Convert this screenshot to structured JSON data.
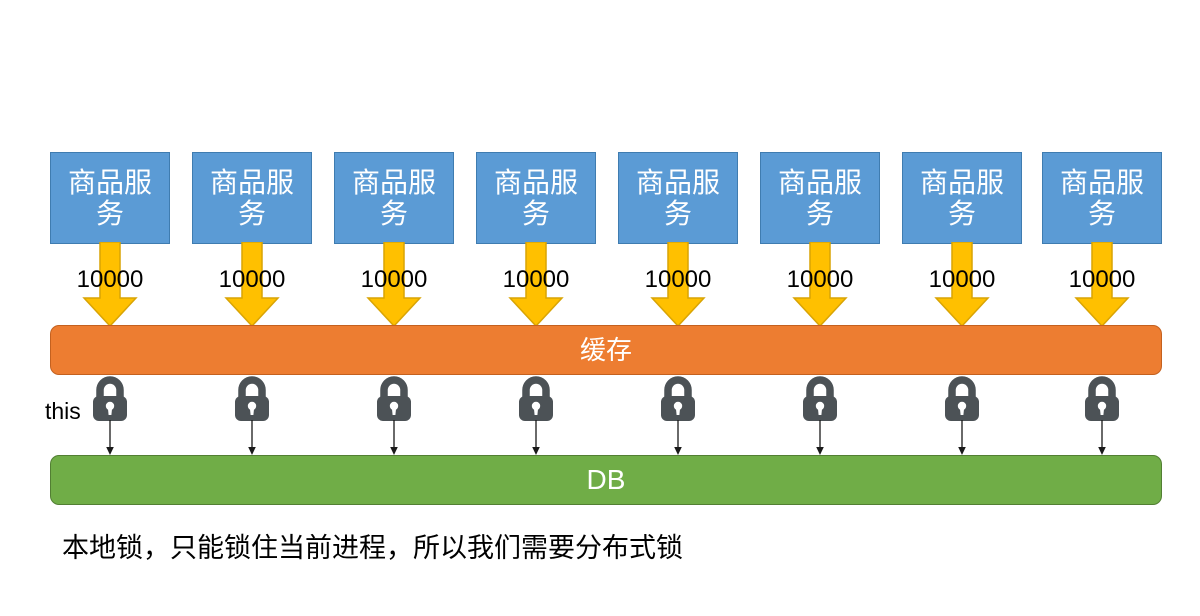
{
  "diagram": {
    "services": [
      {
        "label": "商品服务",
        "count": "10000",
        "lock": "lock-icon"
      },
      {
        "label": "商品服务",
        "count": "10000",
        "lock": "lock-icon"
      },
      {
        "label": "商品服务",
        "count": "10000",
        "lock": "lock-icon"
      },
      {
        "label": "商品服务",
        "count": "10000",
        "lock": "lock-icon"
      },
      {
        "label": "商品服务",
        "count": "10000",
        "lock": "lock-icon"
      },
      {
        "label": "商品服务",
        "count": "10000",
        "lock": "lock-icon"
      },
      {
        "label": "商品服务",
        "count": "10000",
        "lock": "lock-icon"
      },
      {
        "label": "商品服务",
        "count": "10000",
        "lock": "lock-icon"
      }
    ],
    "cache_layer": {
      "label": "缓存"
    },
    "db_layer": {
      "label": "DB"
    },
    "this_label": "this",
    "caption": "本地锁，只能锁住当前进程，所以我们需要分布式锁",
    "colors": {
      "service_box": "#5B9BD5",
      "service_box_border": "#3f7cb0",
      "arrow": "#FFC000",
      "arrow_border": "#d9a404",
      "cache_bar": "#ED7D31",
      "cache_bar_border": "#c4611f",
      "db_bar": "#70AD47",
      "db_bar_border": "#527f33",
      "lock": "#4C5256",
      "text_light": "#ffffff",
      "text_dark": "#000000",
      "background": "#ffffff"
    }
  }
}
